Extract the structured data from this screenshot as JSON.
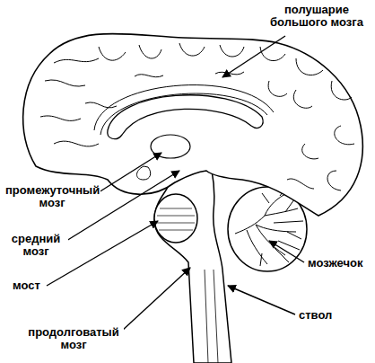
{
  "diagram": {
    "labels": [
      "полушарие большого мозга",
      "промежуточный мозг",
      "средний мозг",
      "мост",
      "мозжечок",
      "ствол",
      "продолговатый мозг"
    ]
  }
}
